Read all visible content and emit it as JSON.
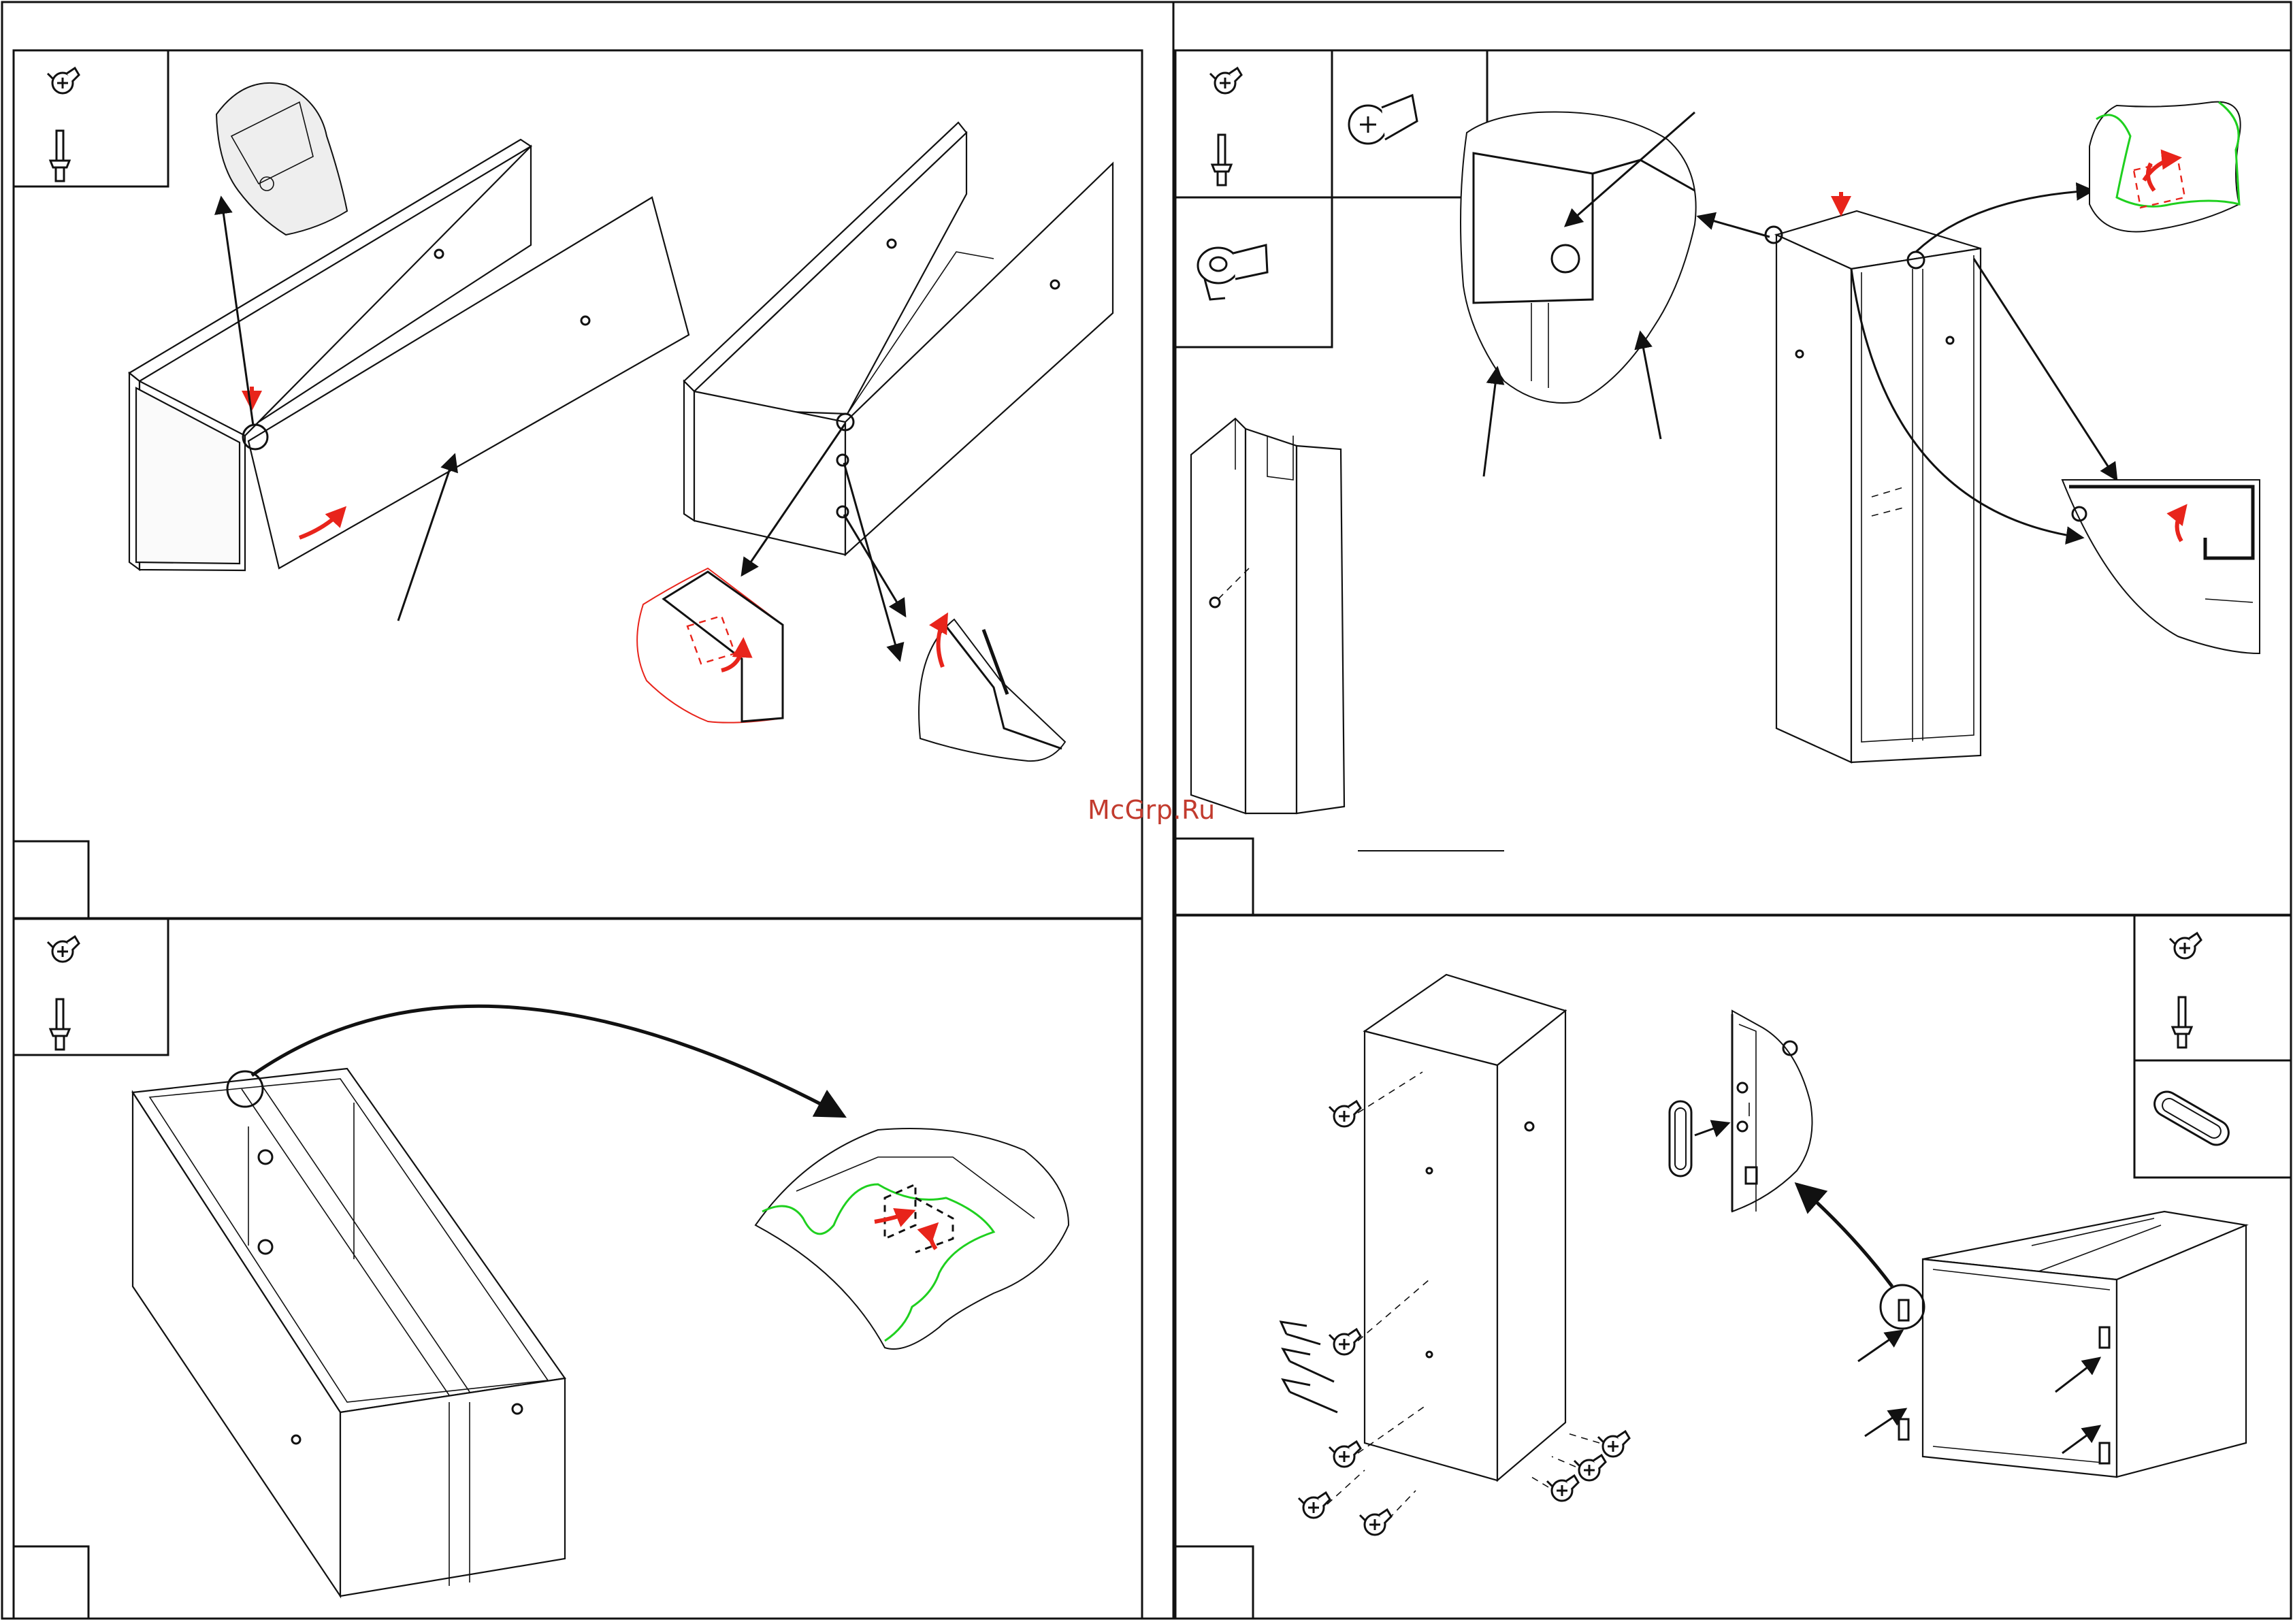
{
  "watermark": "McGrp.Ru",
  "steps": [
    {
      "id": "step-1",
      "fasteners": [
        "screw-icon",
        "dowel-icon"
      ]
    },
    {
      "id": "step-2",
      "fasteners": [
        "screw-icon",
        "dowel-icon",
        "cam-bolt-icon",
        "cam-lock-icon"
      ]
    },
    {
      "id": "step-3",
      "fasteners": [
        "screw-icon",
        "dowel-icon"
      ]
    },
    {
      "id": "step-4",
      "fasteners": [
        "screw-icon",
        "dowel-icon",
        "slot-cover-icon"
      ]
    }
  ],
  "colors": {
    "line": "#111111",
    "motion_arrow": "#e8241b",
    "cut_outline": "#1fd01f",
    "watermark": "#c23b2e"
  }
}
